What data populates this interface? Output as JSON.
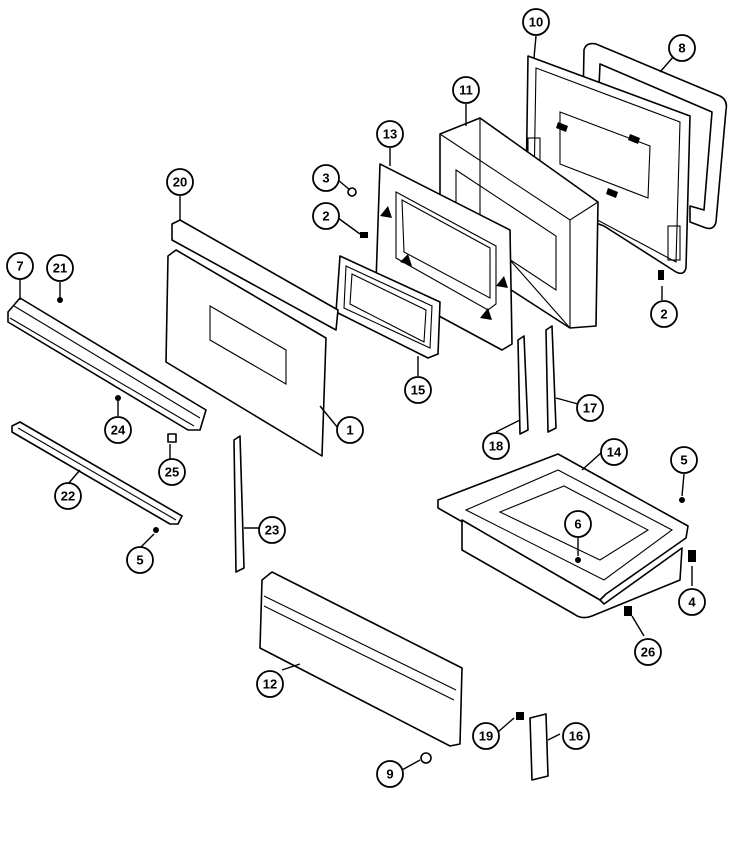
{
  "callouts": {
    "c1": "1",
    "c2a": "2",
    "c2b": "2",
    "c3": "3",
    "c4": "4",
    "c5a": "5",
    "c5b": "5",
    "c6": "6",
    "c7": "7",
    "c8": "8",
    "c9": "9",
    "c10": "10",
    "c11": "11",
    "c12": "12",
    "c13": "13",
    "c14": "14",
    "c15": "15",
    "c16": "16",
    "c17": "17",
    "c18": "18",
    "c19": "19",
    "c20": "20",
    "c21": "21",
    "c22": "22",
    "c23": "23",
    "c24": "24",
    "c25": "25",
    "c26": "26"
  }
}
